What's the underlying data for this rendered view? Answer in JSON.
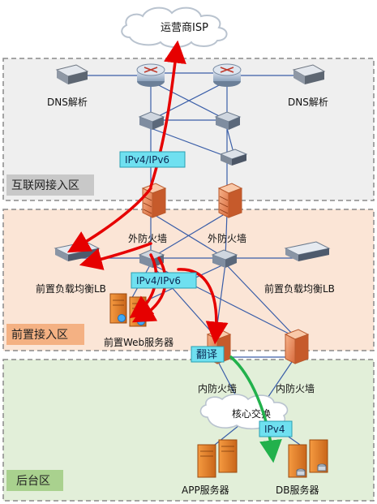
{
  "zones": {
    "internet": "互联网接入区",
    "front": "前置接入区",
    "back": "后台区"
  },
  "isp": "运营商ISP",
  "dns_left": "DNS解析",
  "dns_right": "DNS解析",
  "tag_ipv4_ipv6_top": "IPv4/IPv6",
  "tag_ipv4_ipv6_mid": "IPv4/IPv6",
  "tag_translate": "翻译",
  "tag_ipv4": "IPv4",
  "fw_outer_left": "外防火墙",
  "fw_outer_right": "外防火墙",
  "lb_left": "前置负载均衡LB",
  "lb_right": "前置负载均衡LB",
  "web_server": "前置Web服务器",
  "fw_inner_left": "内防火墙",
  "fw_inner_right": "内防火墙",
  "core_switch": "核心交换",
  "app_server": "APP服务器",
  "db_server": "DB服务器",
  "colors": {
    "internet_zone": "#efefef",
    "front_zone": "#fbe5d6",
    "back_zone": "#e2efd9",
    "tag_fill": "#6fe0f0",
    "red_arrow": "#e60000",
    "green_arrow": "#22b14c",
    "link_blue": "#3a5ea8"
  }
}
